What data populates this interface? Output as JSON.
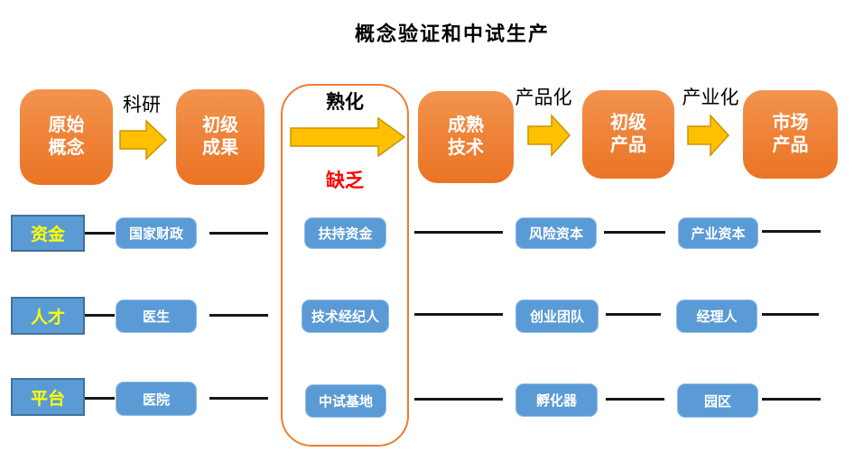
{
  "title": "概念验证和中试生产",
  "flow": {
    "boxes": [
      {
        "line1": "原始",
        "line2": "概念"
      },
      {
        "line1": "初级",
        "line2": "成果"
      },
      {
        "line1": "成熟",
        "line2": "技术"
      },
      {
        "line1": "初级",
        "line2": "产品"
      },
      {
        "line1": "市场",
        "line2": "产品"
      }
    ],
    "arrow_labels": [
      "科研",
      "产品化",
      "产业化"
    ],
    "maturation": {
      "top_label": "熟化",
      "gap_label": "缺乏"
    }
  },
  "rows": [
    {
      "label": "资金",
      "items": [
        "国家财政",
        "扶持资金",
        "风险资本",
        "产业资本"
      ]
    },
    {
      "label": "人才",
      "items": [
        "医生",
        "技术经纪人",
        "创业团队",
        "经理人"
      ]
    },
    {
      "label": "平台",
      "items": [
        "医院",
        "中试基地",
        "孵化器",
        "园区"
      ]
    }
  ],
  "colors": {
    "flow_box_orange": "#ED7D31",
    "flow_box_orange_light": "#F2944F",
    "arrow_gold": "#FFC000",
    "arrow_gold_border": "#C99400",
    "item_blue": "#5B9BD5",
    "row_label_border": "#41719C",
    "row_label_text": "#FFFF00",
    "gap_label_red": "#FF0000",
    "container_border": "#ED7D31",
    "connector_black": "#161616",
    "title_black": "#000000"
  }
}
